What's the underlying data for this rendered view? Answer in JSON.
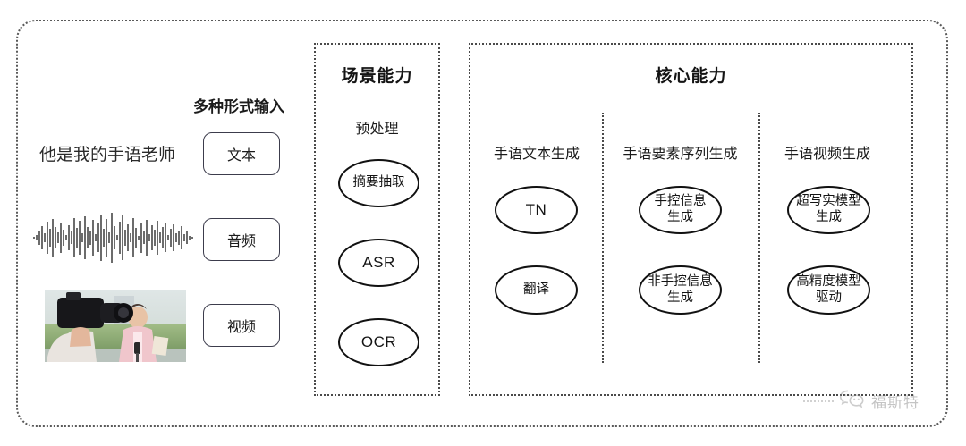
{
  "diagram": {
    "title_hidden": "",
    "input_section": {
      "caption": "多种形式输入",
      "samples": [
        {
          "type": "text",
          "value": "他是我的手语老师",
          "button": "文本"
        },
        {
          "type": "audio",
          "value": "audio-waveform",
          "button": "音频"
        },
        {
          "type": "video",
          "value": "video-thumbnail",
          "button": "视频"
        }
      ]
    },
    "scene_panel": {
      "title": "场景能力",
      "group_label": "预处理",
      "nodes": [
        {
          "label": "摘要抽取",
          "script": "cjk"
        },
        {
          "label": "ASR",
          "script": "latin"
        },
        {
          "label": "OCR",
          "script": "latin"
        }
      ]
    },
    "core_panel": {
      "title": "核心能力",
      "columns": [
        {
          "header": "手语文本生成",
          "nodes": [
            {
              "label": "TN",
              "script": "latin"
            },
            {
              "label": "翻译",
              "script": "cjk"
            }
          ]
        },
        {
          "header": "手语要素序列生成",
          "nodes": [
            {
              "label": "手控信息\n生成",
              "script": "cjk"
            },
            {
              "label": "非手控信息\n生成",
              "script": "cjk"
            }
          ]
        },
        {
          "header": "手语视频生成",
          "nodes": [
            {
              "label": "超写实模型\n生成",
              "script": "cjk"
            },
            {
              "label": "高精度模型\n驱动",
              "script": "cjk"
            }
          ]
        }
      ]
    },
    "watermark": {
      "text": "福斯特",
      "icon": "wechat-icon"
    },
    "colors": {
      "background": "#ffffff",
      "border": "#4a4a4a",
      "node_stroke": "#111111",
      "text": "#1b1b1b",
      "watermark": "#7d7d7d"
    }
  }
}
